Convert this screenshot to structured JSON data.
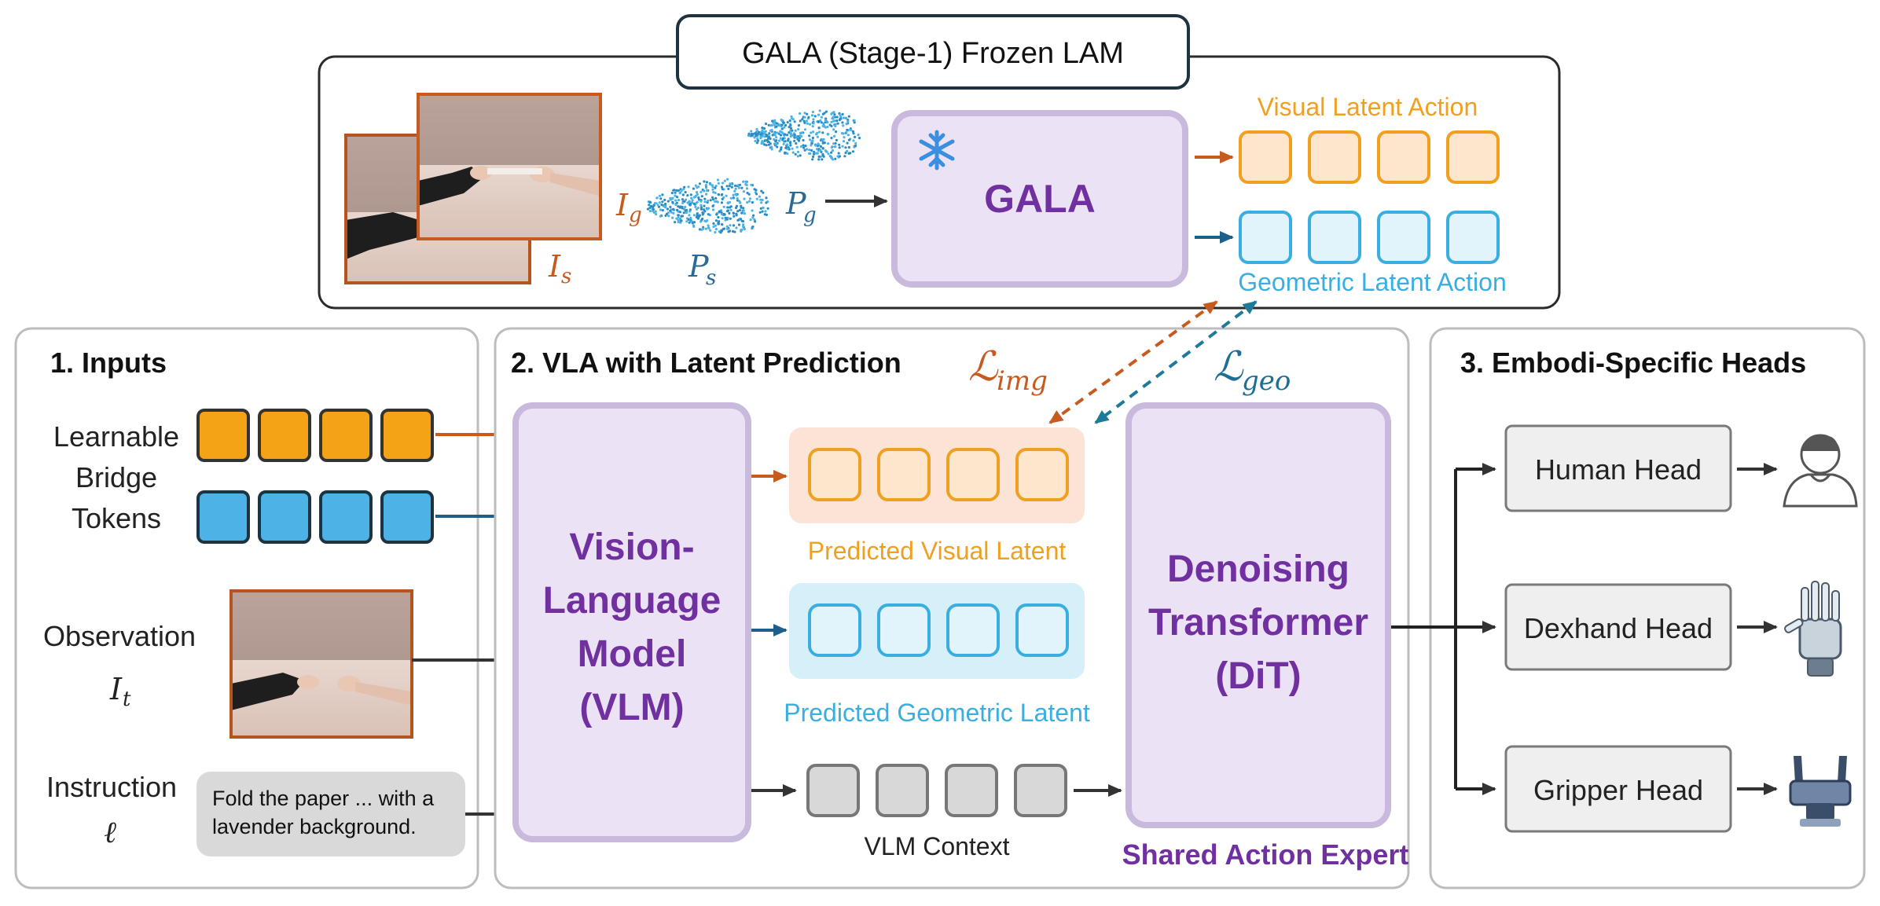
{
  "top_panel": {
    "title": "GALA (Stage-1) Frozen LAM",
    "gala_label": "GALA",
    "visual_latent_label": "Visual Latent Action",
    "geometric_latent_label": "Geometric Latent Action",
    "i_s": "I",
    "i_s_sub": "s",
    "i_g": "I",
    "i_g_sub": "g",
    "p_s": "P",
    "p_s_sub": "s",
    "p_g": "P",
    "p_g_sub": "g",
    "snowflake_icon": "snowflake-icon"
  },
  "inputs_panel": {
    "title": "1. Inputs",
    "bridge_label_1": "Learnable",
    "bridge_label_2": "Bridge",
    "bridge_label_3": "Tokens",
    "observation_label": "Observation",
    "observation_symbol": "I",
    "observation_sub": "t",
    "instruction_label": "Instruction",
    "instruction_symbol": "ℓ",
    "instruction_text": "Fold the paper ... with a lavender background."
  },
  "vla_panel": {
    "title": "2. VLA with Latent Prediction",
    "vlm_line1": "Vision-",
    "vlm_line2": "Language",
    "vlm_line3": "Model",
    "vlm_line4": "(VLM)",
    "loss_img": "ℒ",
    "loss_img_sub": "img",
    "loss_geo": "ℒ",
    "loss_geo_sub": "geo",
    "predicted_visual": "Predicted Visual Latent",
    "predicted_geometric": "Predicted Geometric Latent",
    "vlm_context": "VLM Context",
    "dit_line1": "Denoising",
    "dit_line2": "Transformer",
    "dit_line3": "(DiT)",
    "shared_expert": "Shared Action Expert"
  },
  "heads_panel": {
    "title": "3. Embodi-Specific Heads",
    "human_head": "Human Head",
    "dexhand_head": "Dexhand Head",
    "gripper_head": "Gripper Head",
    "human_icon": "human-icon",
    "dexhand_icon": "dexhand-icon",
    "gripper_icon": "gripper-icon"
  },
  "colors": {
    "orange": "#f5a316",
    "orange_stroke": "#c75a1e",
    "blue": "#4db3e6",
    "blue_stroke": "#1d5f8a",
    "purple": "#7030a0",
    "purple_fill": "#ece2f6",
    "purple_stroke": "#c7b6dc",
    "light_orange_text": "#f0a020",
    "light_blue_text": "#3aaee0"
  }
}
